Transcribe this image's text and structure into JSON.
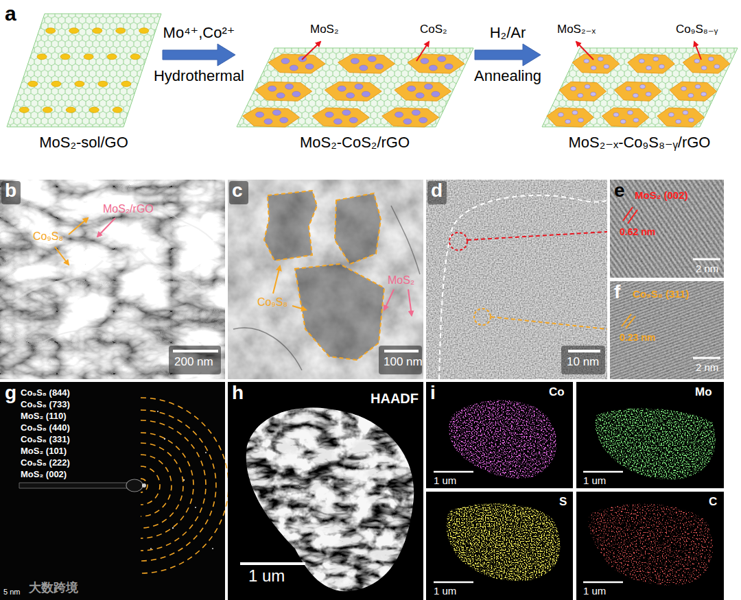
{
  "diagram": {
    "nodes": [
      {
        "text": [
          "MoS₂-sol/GO"
        ]
      },
      {
        "text": [
          "MoS₂-CoS₂/rGO"
        ]
      },
      {
        "text": [
          "MoS₂₋ₓ-Co₉S₈₋ᵧ/rGO"
        ]
      },
      {
        "text": [
          "b",
          "MoS₂/rGO",
          "Co₉S₈",
          "200 nm"
        ]
      },
      {
        "text": [
          "c",
          "Co₉S₈",
          "MoS₂",
          "100 nm"
        ]
      },
      {
        "text": [
          "d",
          "10 nm"
        ]
      },
      {
        "text": [
          "e",
          "MoS₂ (002)",
          "0.62 nm",
          "2 nm"
        ]
      },
      {
        "text": [
          "f",
          "Co₉S₈ (311)",
          "0.23 nm",
          "2 nm"
        ]
      },
      {
        "text": [
          "g",
          "Co₉S₈ (844)",
          "Co₉S₈ (733)",
          "MoS₂ (110)",
          "Co₉S₈ (440)",
          "Co₉S₈ (331)",
          "MoS₂ (101)",
          "Co₉S₈ (222)",
          "MoS₂ (002)",
          "5 nm"
        ]
      },
      {
        "text": [
          "h",
          "HAADF",
          "1 um"
        ]
      },
      {
        "text": [
          "i",
          "Co",
          "1 um"
        ]
      },
      {
        "text": [
          "Mo",
          "1 um"
        ]
      },
      {
        "text": [
          "S",
          "1 um"
        ]
      },
      {
        "text": [
          "C",
          "1 um"
        ]
      }
    ],
    "edges": [
      {
        "from": 0,
        "to": 1,
        "label": "Mo⁴⁺,Co²⁺",
        "arrow": "to"
      },
      {
        "from": 1,
        "to": 2,
        "label": "H₂/Ar",
        "arrow": "to"
      }
    ],
    "labels": [
      "a",
      "Hydrothermal",
      "Annealing",
      "MoS₂",
      "CoS₂",
      "MoS₂₋ₓ",
      "Co₉S₈₋ᵧ",
      "大数跨境"
    ]
  }
}
